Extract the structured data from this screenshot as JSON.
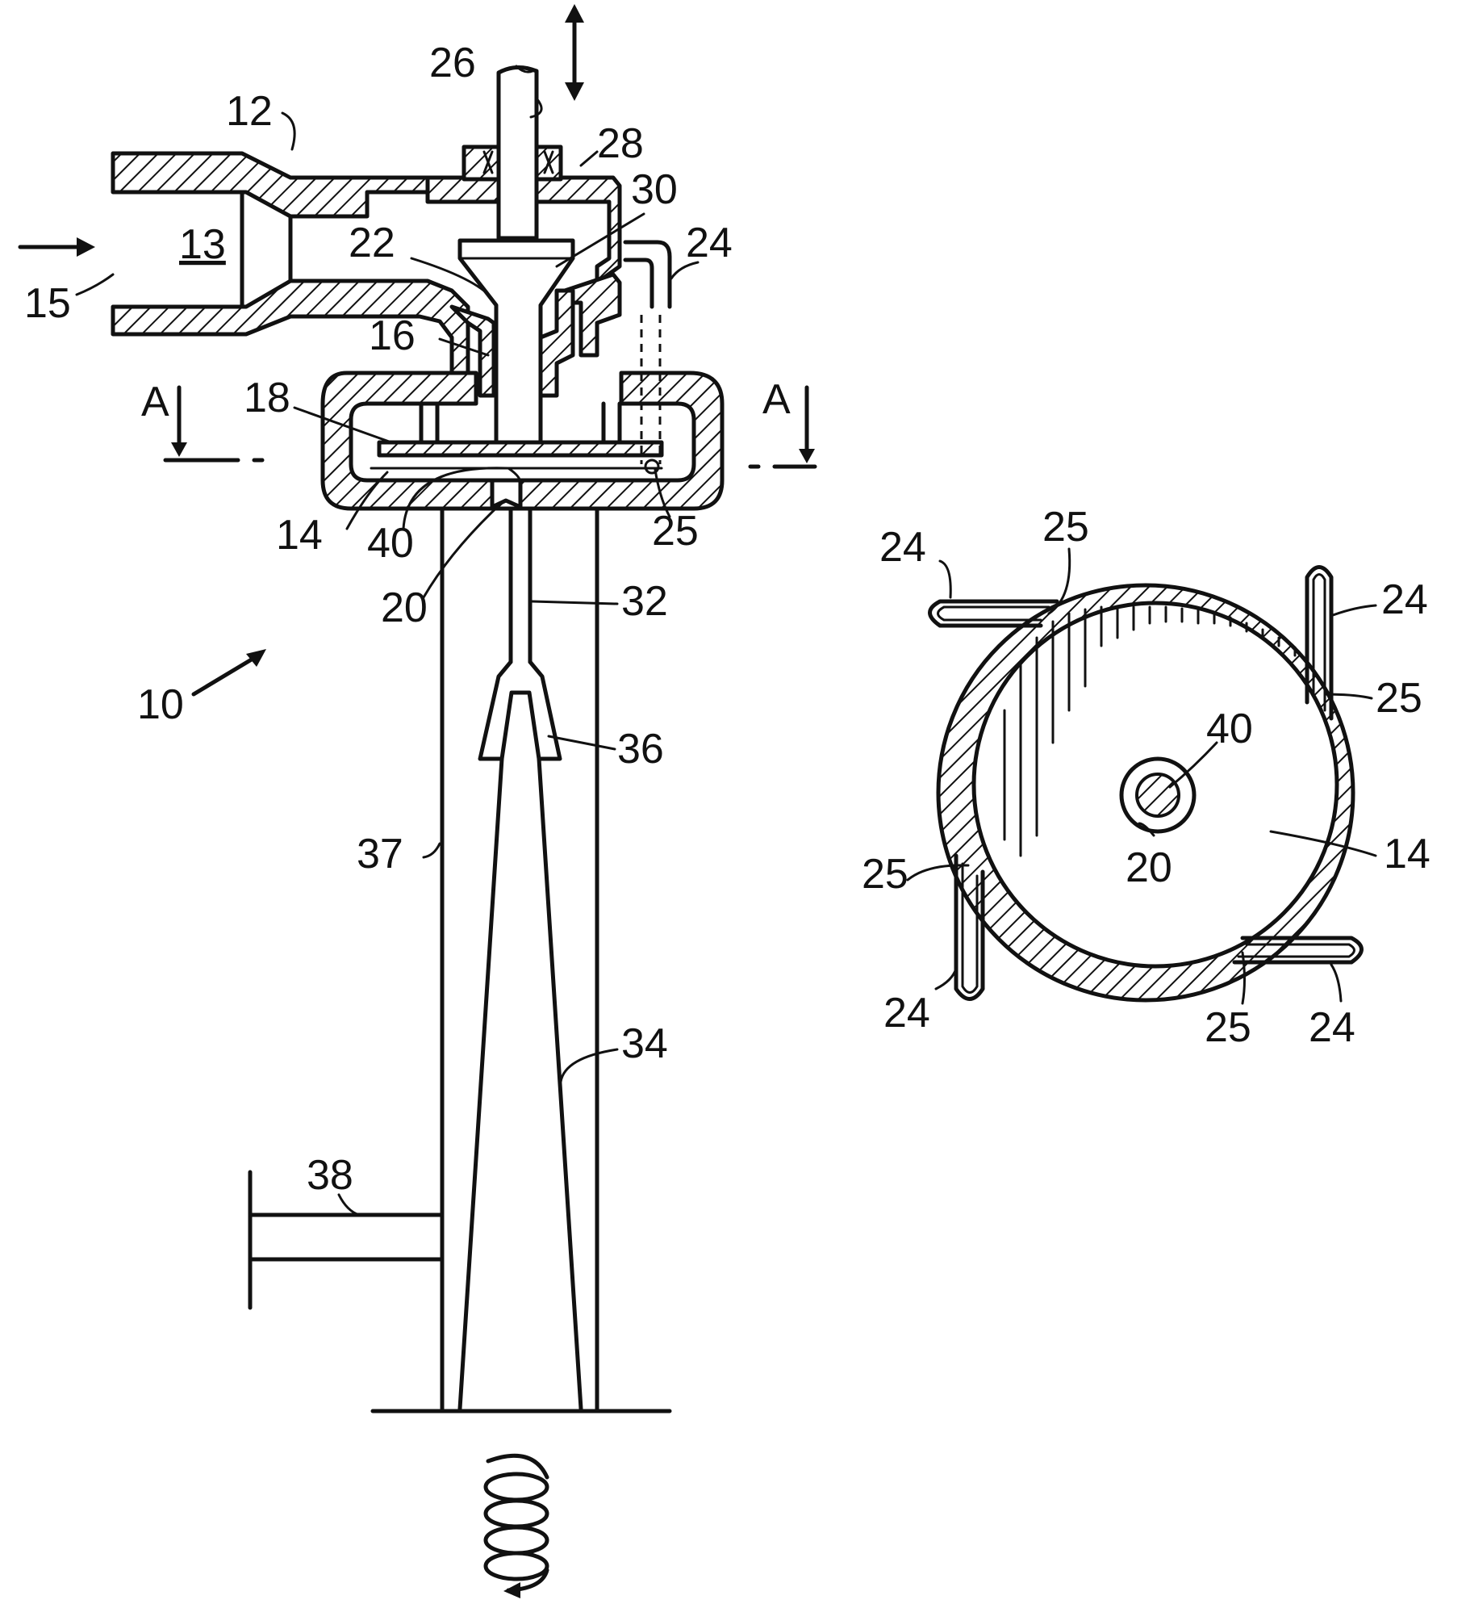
{
  "figure": {
    "labels": {
      "l10": "10",
      "l12": "12",
      "l13": "13",
      "l14": "14",
      "l15": "15",
      "l16": "16",
      "l18": "18",
      "l20": "20",
      "l22": "22",
      "l24": "24",
      "l25": "25",
      "l26": "26",
      "l28": "28",
      "l30": "30",
      "l32": "32",
      "l34": "34",
      "l36": "36",
      "l37": "37",
      "l38": "38",
      "l40": "40"
    },
    "section_label": "A",
    "section_view_labels": {
      "s24a": "24",
      "s25a": "25",
      "s24b": "24",
      "s25b": "25",
      "s40": "40",
      "s20": "20",
      "s14": "14",
      "s25c": "25",
      "s24c": "24",
      "s25d": "25",
      "s24d": "24"
    }
  }
}
